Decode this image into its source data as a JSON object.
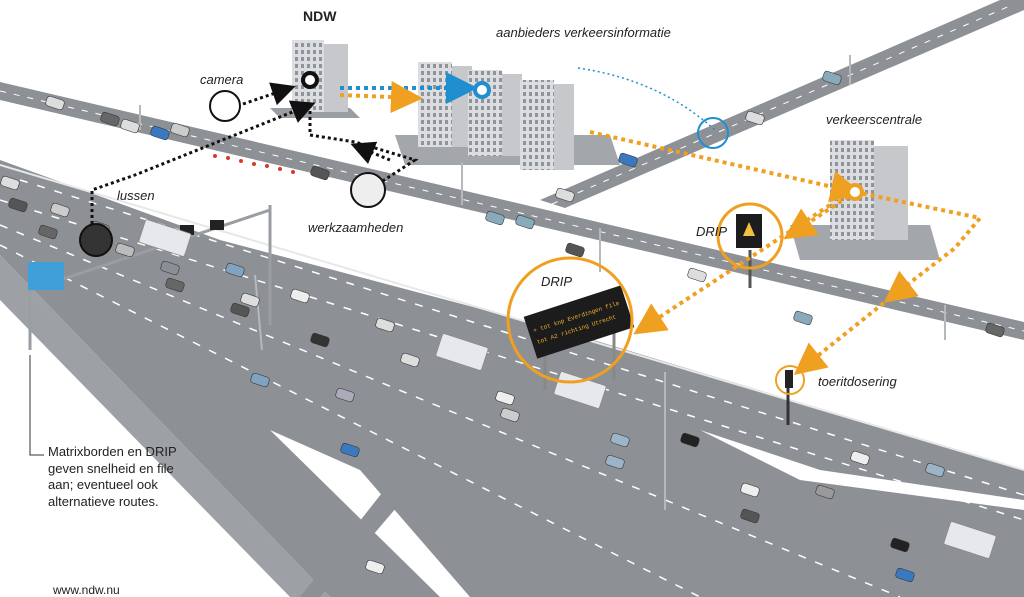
{
  "labels": {
    "ndw": "NDW",
    "providers": "aanbieders verkeersinformatie",
    "camera": "camera",
    "loops": "lussen",
    "roadworks": "werkzaamheden",
    "traffic_centre": "verkeerscentrale",
    "drip_small": "DRIP",
    "drip_large": "DRIP",
    "ramp_metering": "toeritdosering"
  },
  "sign_text": {
    "line1": "+ tot knp Everdingen file",
    "line2": "tot A2 richting Utrecht"
  },
  "caption": {
    "line1": "Matrixborden en DRIP",
    "line2": "geven snelheid en file",
    "line3": "aan; eventueel ook",
    "line4": "alternatieve routes."
  },
  "footer": "www.ndw.nu",
  "colors": {
    "info_blue": "#1f8fd0",
    "info_orange": "#f0a020",
    "black_path": "#111111",
    "road": "#8d9196"
  }
}
